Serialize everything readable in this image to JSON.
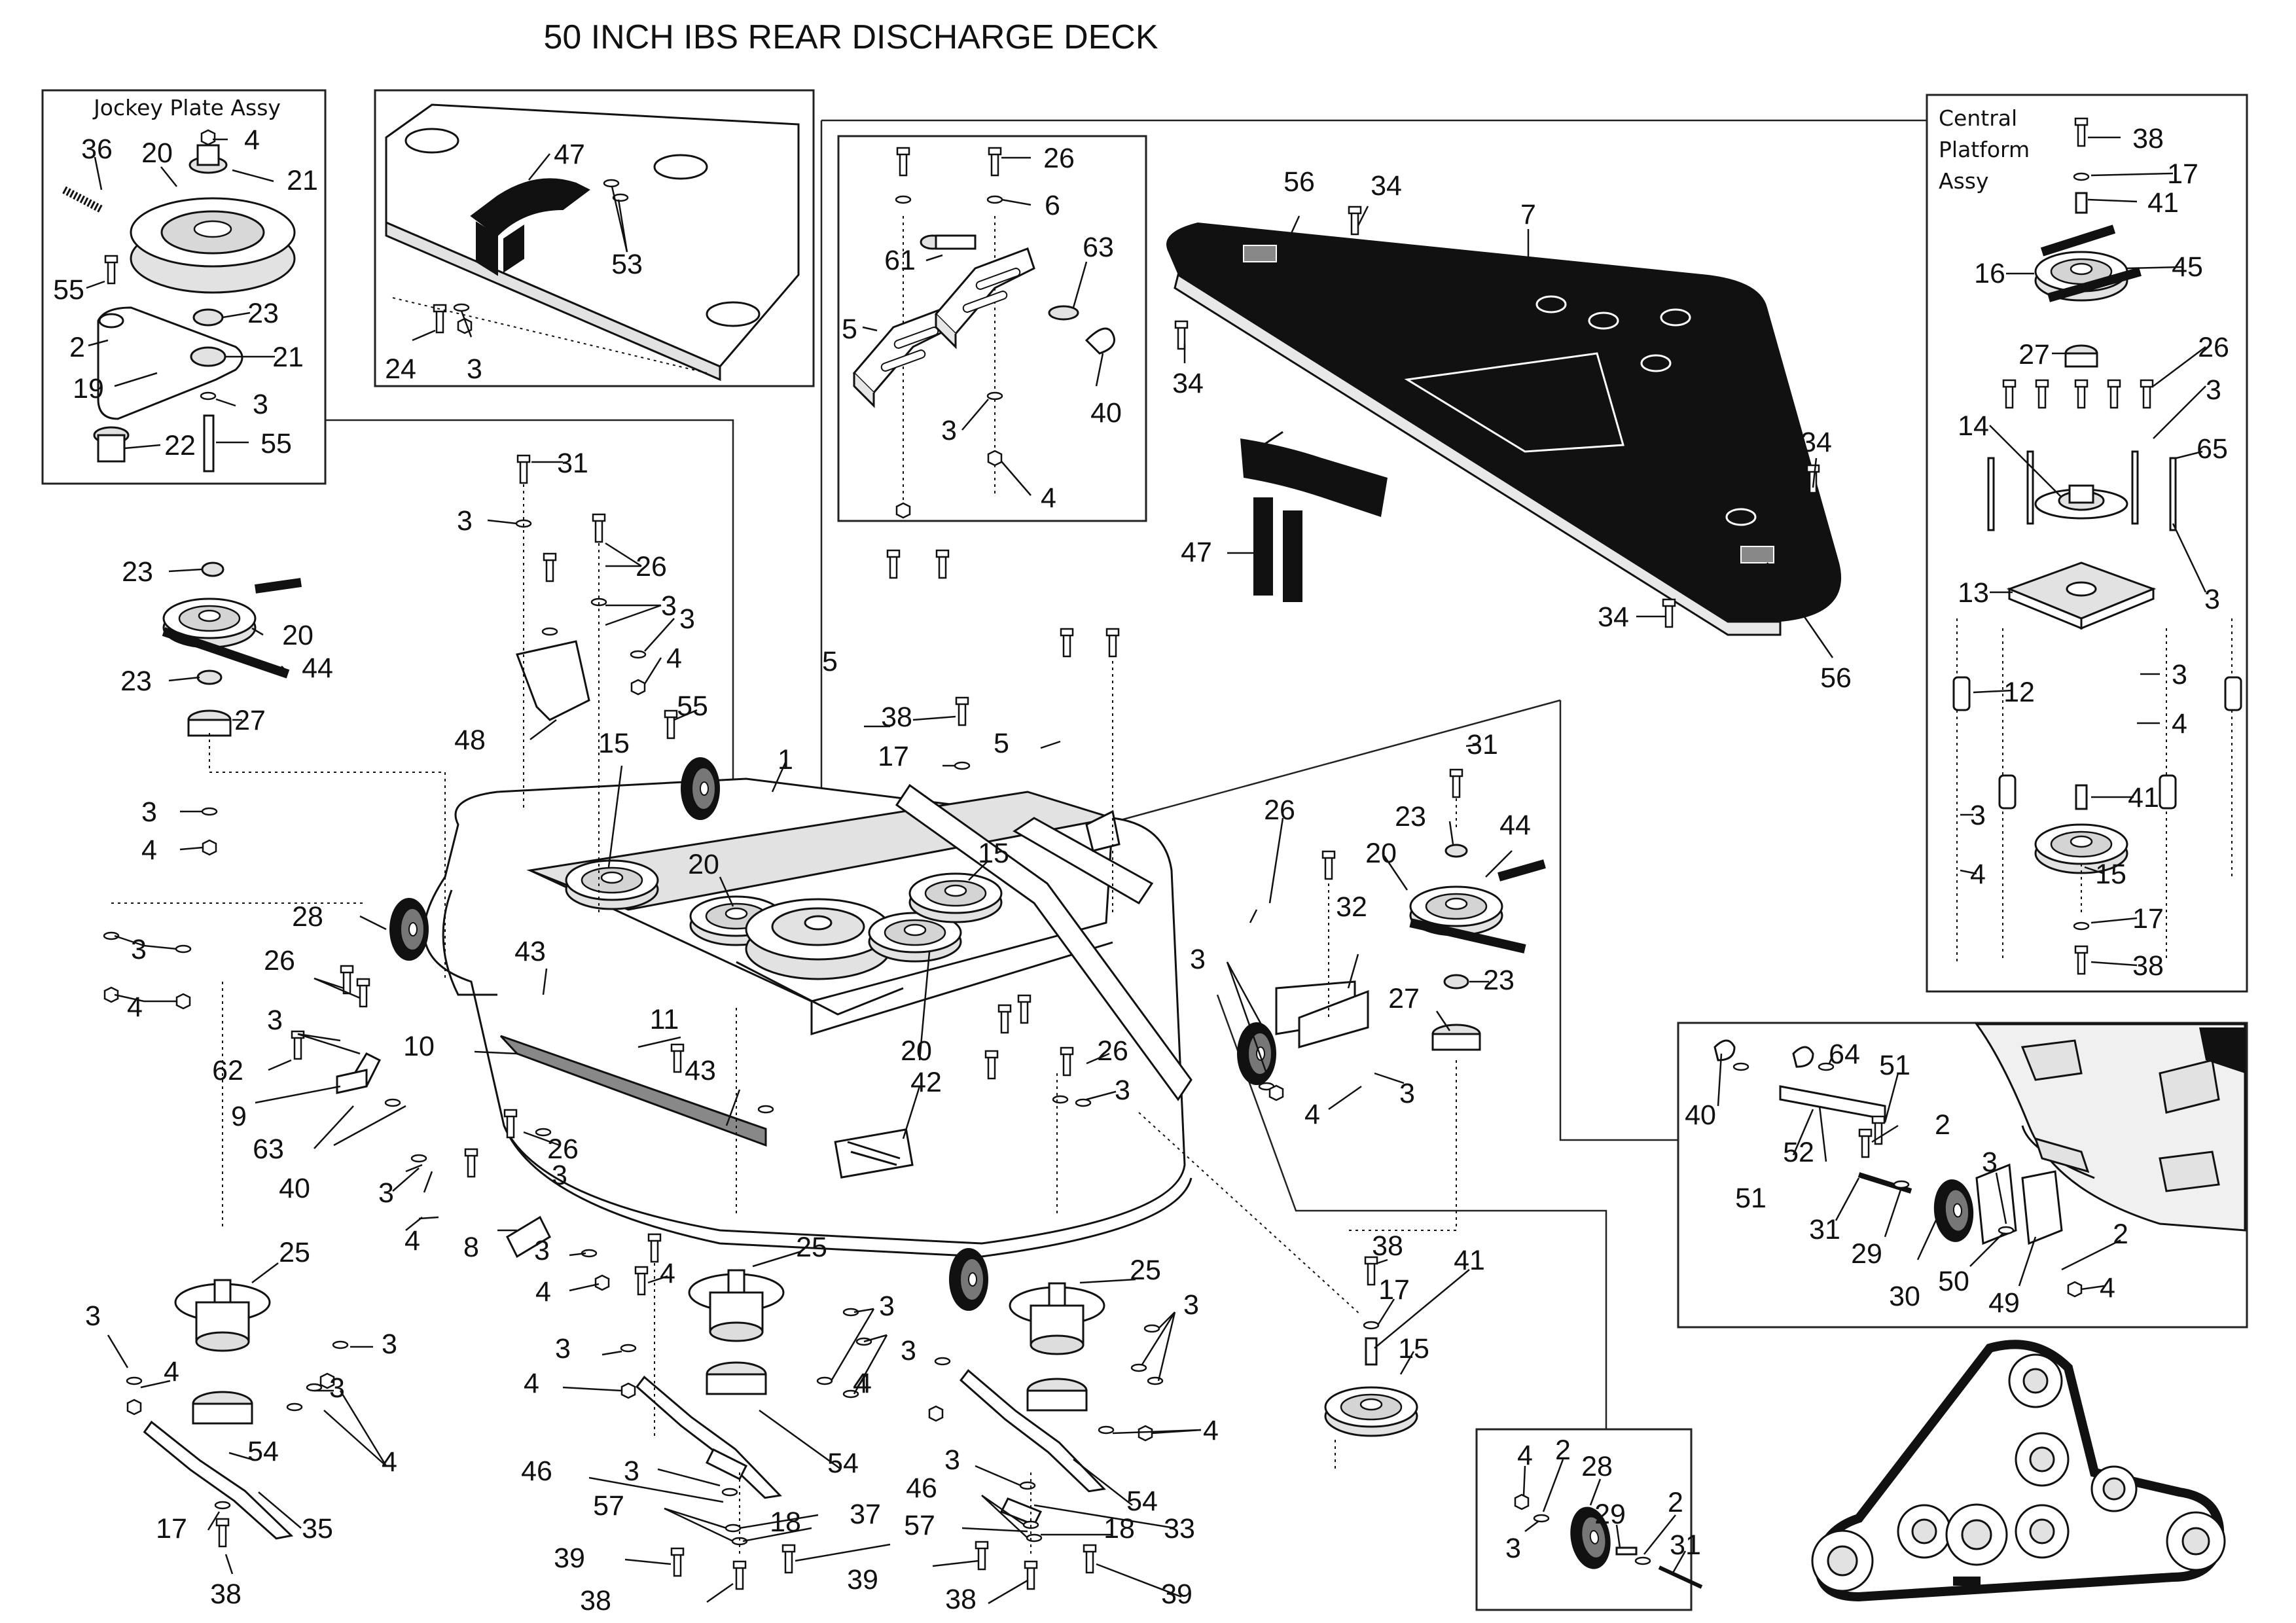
{
  "title": "50 INCH IBS REAR DISCHARGE DECK",
  "insets": {
    "jockey": "Jockey Plate Assy",
    "central": [
      "Central",
      "Platform",
      "Assy"
    ]
  },
  "labels": [
    {
      "id": "jk-36",
      "text": "36"
    },
    {
      "id": "jk-20",
      "text": "20"
    },
    {
      "id": "jk-4",
      "text": "4"
    },
    {
      "id": "jk-21a",
      "text": "21"
    },
    {
      "id": "jk-55a",
      "text": "55"
    },
    {
      "id": "jk-23",
      "text": "23"
    },
    {
      "id": "jk-2",
      "text": "2"
    },
    {
      "id": "jk-21b",
      "text": "21"
    },
    {
      "id": "jk-19",
      "text": "19"
    },
    {
      "id": "jk-3",
      "text": "3"
    },
    {
      "id": "jk-22",
      "text": "22"
    },
    {
      "id": "jk-55b",
      "text": "55"
    },
    {
      "id": "tp-47",
      "text": "47"
    },
    {
      "id": "tp-53",
      "text": "53"
    },
    {
      "id": "tp-24",
      "text": "24"
    },
    {
      "id": "tp-3",
      "text": "3"
    },
    {
      "id": "br-26",
      "text": "26"
    },
    {
      "id": "br-6",
      "text": "6"
    },
    {
      "id": "br-61",
      "text": "61"
    },
    {
      "id": "br-63",
      "text": "63"
    },
    {
      "id": "br-5",
      "text": "5"
    },
    {
      "id": "br-3",
      "text": "3"
    },
    {
      "id": "br-40",
      "text": "40"
    },
    {
      "id": "br-4",
      "text": "4"
    },
    {
      "id": "pl-56a",
      "text": "56"
    },
    {
      "id": "pl-34a",
      "text": "34"
    },
    {
      "id": "pl-7",
      "text": "7"
    },
    {
      "id": "pl-34b",
      "text": "34"
    },
    {
      "id": "pl-34c",
      "text": "34"
    },
    {
      "id": "pl-47",
      "text": "47"
    },
    {
      "id": "pl-34d",
      "text": "34"
    },
    {
      "id": "pl-56b",
      "text": "56"
    },
    {
      "id": "cp-38a",
      "text": "38"
    },
    {
      "id": "cp-17a",
      "text": "17"
    },
    {
      "id": "cp-41a",
      "text": "41"
    },
    {
      "id": "cp-16",
      "text": "16"
    },
    {
      "id": "cp-45",
      "text": "45"
    },
    {
      "id": "cp-27",
      "text": "27"
    },
    {
      "id": "cp-26",
      "text": "26"
    },
    {
      "id": "cp-3a",
      "text": "3"
    },
    {
      "id": "cp-14",
      "text": "14"
    },
    {
      "id": "cp-65",
      "text": "65"
    },
    {
      "id": "cp-13",
      "text": "13"
    },
    {
      "id": "cp-3b",
      "text": "3"
    },
    {
      "id": "cp-12",
      "text": "12"
    },
    {
      "id": "cp-3c",
      "text": "3"
    },
    {
      "id": "cp-4a",
      "text": "4"
    },
    {
      "id": "cp-41b",
      "text": "41"
    },
    {
      "id": "cp-3d",
      "text": "3"
    },
    {
      "id": "cp-15",
      "text": "15"
    },
    {
      "id": "cp-4b",
      "text": "4"
    },
    {
      "id": "cp-17b",
      "text": "17"
    },
    {
      "id": "cp-38b",
      "text": "38"
    },
    {
      "id": "m-31",
      "text": "31"
    },
    {
      "id": "m-3a",
      "text": "3"
    },
    {
      "id": "m-26a",
      "text": "26"
    },
    {
      "id": "m-3b",
      "text": "3"
    },
    {
      "id": "m-3c",
      "text": "3"
    },
    {
      "id": "m-4a",
      "text": "4"
    },
    {
      "id": "m-23a",
      "text": "23"
    },
    {
      "id": "m-20a",
      "text": "20"
    },
    {
      "id": "m-44a",
      "text": "44"
    },
    {
      "id": "m-23b",
      "text": "23"
    },
    {
      "id": "m-27a",
      "text": "27"
    },
    {
      "id": "m-48",
      "text": "48"
    },
    {
      "id": "m-55",
      "text": "55"
    },
    {
      "id": "m-15a",
      "text": "15"
    },
    {
      "id": "m-1",
      "text": "1"
    },
    {
      "id": "m-3d",
      "text": "3"
    },
    {
      "id": "m-4b",
      "text": "4"
    },
    {
      "id": "m-20b",
      "text": "20"
    },
    {
      "id": "m-15b",
      "text": "15"
    },
    {
      "id": "m-5a",
      "text": "5"
    },
    {
      "id": "m-38",
      "text": "38"
    },
    {
      "id": "m-17",
      "text": "17"
    },
    {
      "id": "m-5b",
      "text": "5"
    },
    {
      "id": "m-28",
      "text": "28"
    },
    {
      "id": "m-3e",
      "text": "3"
    },
    {
      "id": "m-4c",
      "text": "4"
    },
    {
      "id": "m-26b",
      "text": "26"
    },
    {
      "id": "m-43a",
      "text": "43"
    },
    {
      "id": "m-3f",
      "text": "3"
    },
    {
      "id": "m-62",
      "text": "62"
    },
    {
      "id": "m-10",
      "text": "10"
    },
    {
      "id": "m-11",
      "text": "11"
    },
    {
      "id": "m-43b",
      "text": "43"
    },
    {
      "id": "m-42",
      "text": "42"
    },
    {
      "id": "m-9",
      "text": "9"
    },
    {
      "id": "m-63",
      "text": "63"
    },
    {
      "id": "m-40",
      "text": "40"
    },
    {
      "id": "m-20c",
      "text": "20"
    },
    {
      "id": "m-26c",
      "text": "26"
    },
    {
      "id": "m-3g",
      "text": "3"
    },
    {
      "id": "m-26d",
      "text": "26"
    },
    {
      "id": "m-3h",
      "text": "3"
    },
    {
      "id": "m-4d",
      "text": "4"
    },
    {
      "id": "m-8",
      "text": "8"
    },
    {
      "id": "m-3i",
      "text": "3"
    },
    {
      "id": "m-4e",
      "text": "4"
    },
    {
      "id": "m-3j",
      "text": "3"
    },
    {
      "id": "m-4f",
      "text": "4"
    },
    {
      "id": "r-26",
      "text": "26"
    },
    {
      "id": "r-31",
      "text": "31"
    },
    {
      "id": "r-23a",
      "text": "23"
    },
    {
      "id": "r-44",
      "text": "44"
    },
    {
      "id": "r-32",
      "text": "32"
    },
    {
      "id": "r-20",
      "text": "20"
    },
    {
      "id": "r-3a",
      "text": "3"
    },
    {
      "id": "r-23b",
      "text": "23"
    },
    {
      "id": "r-27",
      "text": "27"
    },
    {
      "id": "r-4",
      "text": "4"
    },
    {
      "id": "r-3b",
      "text": "3"
    },
    {
      "id": "b-25a",
      "text": "25"
    },
    {
      "id": "b-3a",
      "text": "3"
    },
    {
      "id": "b-3b",
      "text": "3"
    },
    {
      "id": "b-4a",
      "text": "4"
    },
    {
      "id": "b-3c",
      "text": "3"
    },
    {
      "id": "b-4b",
      "text": "4"
    },
    {
      "id": "b-54a",
      "text": "54"
    },
    {
      "id": "b-17",
      "text": "17"
    },
    {
      "id": "b-35",
      "text": "35"
    },
    {
      "id": "b-38a",
      "text": "38"
    },
    {
      "id": "b-25b",
      "text": "25"
    },
    {
      "id": "b-3d",
      "text": "3"
    },
    {
      "id": "b-4c",
      "text": "4"
    },
    {
      "id": "b-3e",
      "text": "3"
    },
    {
      "id": "b-4d",
      "text": "4"
    },
    {
      "id": "b-54b",
      "text": "54"
    },
    {
      "id": "b-3f",
      "text": "3"
    },
    {
      "id": "b-46a",
      "text": "46"
    },
    {
      "id": "b-57a",
      "text": "57"
    },
    {
      "id": "b-37",
      "text": "37"
    },
    {
      "id": "b-18a",
      "text": "18"
    },
    {
      "id": "b-39a",
      "text": "39"
    },
    {
      "id": "b-39b",
      "text": "39"
    },
    {
      "id": "b-38b",
      "text": "38"
    },
    {
      "id": "b-25c",
      "text": "25"
    },
    {
      "id": "b-3g",
      "text": "3"
    },
    {
      "id": "b-3h",
      "text": "3"
    },
    {
      "id": "b-4e",
      "text": "4"
    },
    {
      "id": "b-4f",
      "text": "4"
    },
    {
      "id": "b-54c",
      "text": "54"
    },
    {
      "id": "b-3i",
      "text": "3"
    },
    {
      "id": "b-46b",
      "text": "46"
    },
    {
      "id": "b-57b",
      "text": "57"
    },
    {
      "id": "b-33",
      "text": "33"
    },
    {
      "id": "b-18b",
      "text": "18"
    },
    {
      "id": "b-38c",
      "text": "38"
    },
    {
      "id": "b-39c",
      "text": "39"
    },
    {
      "id": "i-38",
      "text": "38"
    },
    {
      "id": "i-41",
      "text": "41"
    },
    {
      "id": "i-17",
      "text": "17"
    },
    {
      "id": "i-15",
      "text": "15"
    },
    {
      "id": "w-4",
      "text": "4"
    },
    {
      "id": "w-2a",
      "text": "2"
    },
    {
      "id": "w-28",
      "text": "28"
    },
    {
      "id": "w-29",
      "text": "29"
    },
    {
      "id": "w-2b",
      "text": "2"
    },
    {
      "id": "w-3",
      "text": "3"
    },
    {
      "id": "w-31",
      "text": "31"
    },
    {
      "id": "k-40",
      "text": "40"
    },
    {
      "id": "k-64",
      "text": "64"
    },
    {
      "id": "k-51a",
      "text": "51"
    },
    {
      "id": "k-52",
      "text": "52"
    },
    {
      "id": "k-2a",
      "text": "2"
    },
    {
      "id": "k-51b",
      "text": "51"
    },
    {
      "id": "k-31",
      "text": "31"
    },
    {
      "id": "k-3",
      "text": "3"
    },
    {
      "id": "k-29",
      "text": "29"
    },
    {
      "id": "k-30",
      "text": "30"
    },
    {
      "id": "k-50",
      "text": "50"
    },
    {
      "id": "k-2b",
      "text": "2"
    },
    {
      "id": "k-49",
      "text": "49"
    },
    {
      "id": "k-4",
      "text": "4"
    }
  ]
}
